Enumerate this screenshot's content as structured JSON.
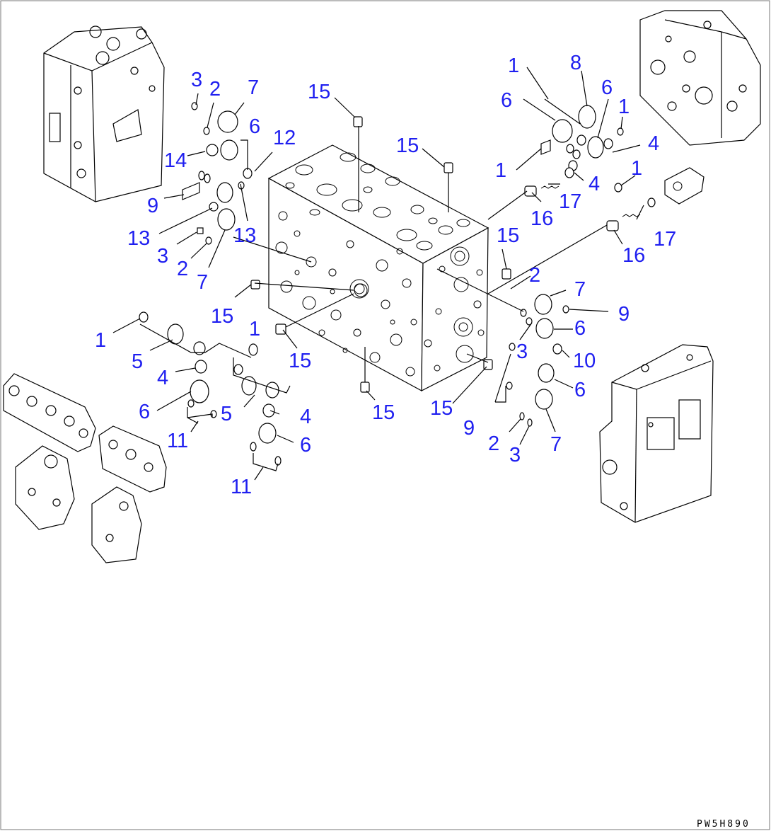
{
  "drawing_code": "PW5H890",
  "callouts": [
    {
      "id": "c1",
      "text": "3"
    },
    {
      "id": "c2",
      "text": "2"
    },
    {
      "id": "c3",
      "text": "7"
    },
    {
      "id": "c4",
      "text": "6"
    },
    {
      "id": "c5",
      "text": "12"
    },
    {
      "id": "c6",
      "text": "14"
    },
    {
      "id": "c7",
      "text": "9"
    },
    {
      "id": "c8",
      "text": "13"
    },
    {
      "id": "c9",
      "text": "13"
    },
    {
      "id": "c10",
      "text": "3"
    },
    {
      "id": "c11",
      "text": "2"
    },
    {
      "id": "c12",
      "text": "7"
    },
    {
      "id": "c13",
      "text": "15"
    },
    {
      "id": "c14",
      "text": "15"
    },
    {
      "id": "c15",
      "text": "15"
    },
    {
      "id": "c16",
      "text": "15"
    },
    {
      "id": "c17",
      "text": "15"
    },
    {
      "id": "c18",
      "text": "15"
    },
    {
      "id": "c19",
      "text": "15"
    },
    {
      "id": "c20",
      "text": "15"
    },
    {
      "id": "c21",
      "text": "1"
    },
    {
      "id": "c22",
      "text": "8"
    },
    {
      "id": "c23",
      "text": "6"
    },
    {
      "id": "c24",
      "text": "6"
    },
    {
      "id": "c25",
      "text": "1"
    },
    {
      "id": "c26",
      "text": "4"
    },
    {
      "id": "c27",
      "text": "1"
    },
    {
      "id": "c28",
      "text": "4"
    },
    {
      "id": "c29",
      "text": "1"
    },
    {
      "id": "c30",
      "text": "17"
    },
    {
      "id": "c31",
      "text": "16"
    },
    {
      "id": "c32",
      "text": "17"
    },
    {
      "id": "c33",
      "text": "16"
    },
    {
      "id": "c34",
      "text": "2"
    },
    {
      "id": "c35",
      "text": "7"
    },
    {
      "id": "c36",
      "text": "9"
    },
    {
      "id": "c37",
      "text": "6"
    },
    {
      "id": "c38",
      "text": "3"
    },
    {
      "id": "c39",
      "text": "10"
    },
    {
      "id": "c40",
      "text": "6"
    },
    {
      "id": "c41",
      "text": "9"
    },
    {
      "id": "c42",
      "text": "2"
    },
    {
      "id": "c43",
      "text": "3"
    },
    {
      "id": "c44",
      "text": "7"
    },
    {
      "id": "c45",
      "text": "1"
    },
    {
      "id": "c46",
      "text": "5"
    },
    {
      "id": "c47",
      "text": "1"
    },
    {
      "id": "c48",
      "text": "4"
    },
    {
      "id": "c49",
      "text": "6"
    },
    {
      "id": "c50",
      "text": "5"
    },
    {
      "id": "c51",
      "text": "4"
    },
    {
      "id": "c52",
      "text": "11"
    },
    {
      "id": "c53",
      "text": "6"
    },
    {
      "id": "c54",
      "text": "11"
    }
  ]
}
